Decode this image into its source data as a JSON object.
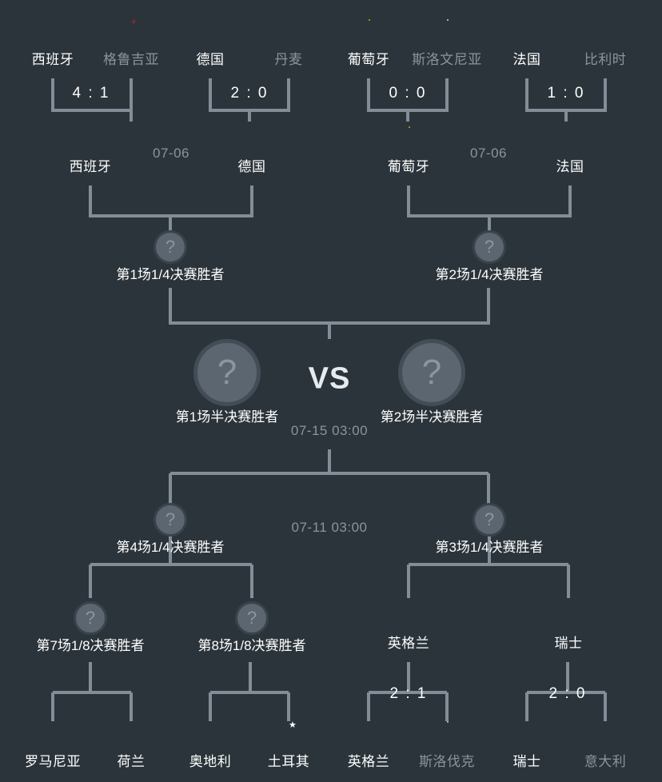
{
  "meta": {
    "background_color": "#2b343a",
    "line_color": "#828d97",
    "winner_text_color": "#ffffff",
    "loser_text_color": "#8b949b",
    "placeholder_glyph": "?",
    "vs_label": "VS"
  },
  "rounds": {
    "round_of_16_top": {
      "matches": [
        {
          "score": "4 : 1",
          "teams": [
            {
              "name": "西班牙",
              "code": "es",
              "flag_icon": "flag-spain-icon",
              "result": "winner"
            },
            {
              "name": "格鲁吉亚",
              "code": "ge",
              "flag_icon": "flag-georgia-icon",
              "result": "loser"
            }
          ]
        },
        {
          "score": "2 : 0",
          "teams": [
            {
              "name": "德国",
              "code": "de",
              "flag_icon": "flag-germany-icon",
              "result": "winner"
            },
            {
              "name": "丹麦",
              "code": "dk",
              "flag_icon": "flag-denmark-icon",
              "result": "loser"
            }
          ]
        },
        {
          "score": "0 : 0",
          "teams": [
            {
              "name": "葡萄牙",
              "code": "pt",
              "flag_icon": "flag-portugal-icon",
              "result": "winner"
            },
            {
              "name": "斯洛文尼亚",
              "code": "si",
              "flag_icon": "flag-slovenia-icon",
              "result": "loser"
            }
          ]
        },
        {
          "score": "1 : 0",
          "teams": [
            {
              "name": "法国",
              "code": "fr",
              "flag_icon": "flag-france-icon",
              "result": "winner"
            },
            {
              "name": "比利时",
              "code": "be",
              "flag_icon": "flag-belgium-icon",
              "result": "loser"
            }
          ]
        }
      ]
    },
    "quarterfinals_top": {
      "matches": [
        {
          "date": "07-06",
          "teams": [
            {
              "name": "西班牙",
              "code": "es",
              "flag_icon": "flag-spain-icon",
              "result": "pending"
            },
            {
              "name": "德国",
              "code": "de",
              "flag_icon": "flag-germany-icon",
              "result": "pending"
            }
          ]
        },
        {
          "date": "07-06",
          "teams": [
            {
              "name": "葡萄牙",
              "code": "pt",
              "flag_icon": "flag-portugal-icon",
              "result": "pending"
            },
            {
              "name": "法国",
              "code": "fr",
              "flag_icon": "flag-france-icon",
              "result": "pending"
            }
          ]
        }
      ]
    },
    "semifinals_top": {
      "slots": [
        {
          "label": "第1场1/4决赛胜者",
          "placeholder": "?"
        },
        {
          "label": "第2场1/4决赛胜者",
          "placeholder": "?"
        }
      ]
    },
    "final": {
      "date": "07-15 03:00",
      "vs": "VS",
      "slots": [
        {
          "label": "第1场半决赛胜者",
          "placeholder": "?"
        },
        {
          "label": "第2场半决赛胜者",
          "placeholder": "?"
        }
      ]
    },
    "semifinals_bottom": {
      "date": "07-11 03:00",
      "slots": [
        {
          "label": "第4场1/4决赛胜者",
          "placeholder": "?"
        },
        {
          "label": "第3场1/4决赛胜者",
          "placeholder": "?"
        }
      ]
    },
    "quarterfinals_bottom": {
      "slots": [
        {
          "label": "第7场1/8决赛胜者",
          "placeholder": "?",
          "type": "placeholder"
        },
        {
          "label": "第8场1/8决赛胜者",
          "placeholder": "?",
          "type": "placeholder"
        },
        {
          "name": "英格兰",
          "code": "en",
          "flag_icon": "flag-england-icon",
          "type": "team"
        },
        {
          "name": "瑞士",
          "code": "ch",
          "flag_icon": "flag-switzerland-icon",
          "type": "team"
        }
      ]
    },
    "round_of_16_bottom": {
      "matches": [
        {
          "score": "",
          "teams": [
            {
              "name": "罗马尼亚",
              "code": "ro",
              "flag_icon": "flag-romania-icon",
              "result": "pending"
            },
            {
              "name": "荷兰",
              "code": "nl",
              "flag_icon": "flag-netherlands-icon",
              "result": "pending"
            }
          ]
        },
        {
          "score": "",
          "teams": [
            {
              "name": "奥地利",
              "code": "at",
              "flag_icon": "flag-austria-icon",
              "result": "pending"
            },
            {
              "name": "土耳其",
              "code": "tr",
              "flag_icon": "flag-turkey-icon",
              "result": "pending"
            }
          ]
        },
        {
          "score": "2 : 1",
          "teams": [
            {
              "name": "英格兰",
              "code": "en",
              "flag_icon": "flag-england-icon",
              "result": "winner"
            },
            {
              "name": "斯洛伐克",
              "code": "sk",
              "flag_icon": "flag-slovakia-icon",
              "result": "loser"
            }
          ]
        },
        {
          "score": "2 : 0",
          "teams": [
            {
              "name": "瑞士",
              "code": "ch",
              "flag_icon": "flag-switzerland-icon",
              "result": "winner"
            },
            {
              "name": "意大利",
              "code": "it",
              "flag_icon": "flag-italy-icon",
              "result": "loser"
            }
          ]
        }
      ]
    }
  }
}
